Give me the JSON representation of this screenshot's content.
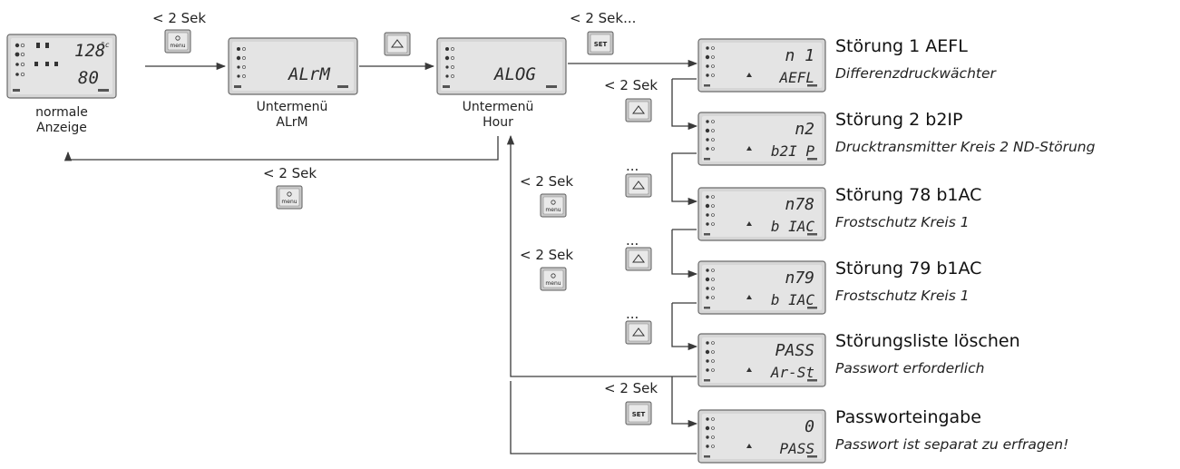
{
  "captions": {
    "normal": [
      "normale",
      "Anzeige"
    ],
    "alrm": [
      "Untermenü",
      "ALrM"
    ],
    "hour": [
      "Untermenü",
      "Hour"
    ]
  },
  "timing": {
    "lt2": "< 2 Sek",
    "lt2_dots": "< 2 Sek..."
  },
  "dots": "...",
  "keys": {
    "menu": "menu",
    "set": "SET"
  },
  "lcd": {
    "normal_top": "128",
    "normal_unit": "°c",
    "normal_bottom": "80",
    "alrm": "ALrM",
    "hour": "ALOG"
  },
  "faults": [
    {
      "num": "n 1",
      "code": "AEFL",
      "title": "Störung 1 AEFL",
      "desc": "Differenzdruckwächter"
    },
    {
      "num": "n2",
      "code": "b2I P",
      "title": "Störung 2 b2IP",
      "desc": "Drucktransmitter Kreis 2 ND-Störung"
    },
    {
      "num": "n78",
      "code": "b IAC",
      "title": "Störung 78 b1AC",
      "desc": "Frostschutz Kreis 1"
    },
    {
      "num": "n79",
      "code": "b IAC",
      "title": "Störung 79 b1AC",
      "desc": "Frostschutz Kreis 1"
    },
    {
      "num": "PASS",
      "code": "Ar-St",
      "title": "Störungsliste löschen",
      "desc": "Passwort erforderlich"
    },
    {
      "num": "0",
      "code": "PASS",
      "title": "Passworteingabe",
      "desc": "Passwort ist separat zu erfragen!"
    }
  ],
  "colors": {
    "line": "#3a3a3a",
    "lcd": "#d6d6d6",
    "key": "#c9c9c9"
  }
}
